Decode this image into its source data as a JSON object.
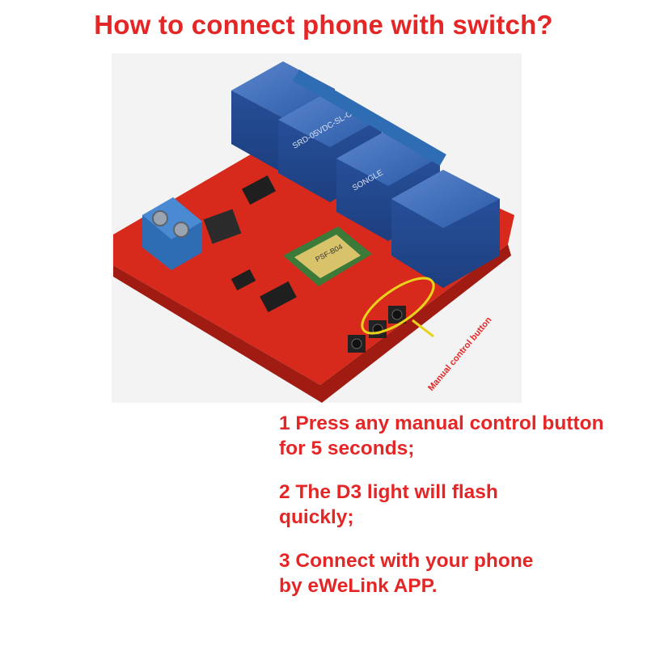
{
  "title": "How to connect phone with switch?",
  "colors": {
    "title": "#e52626",
    "board": "#d8291d",
    "relay": "#2e5fae",
    "annotation_circle": "#e8d21a"
  },
  "photo": {
    "relay_marking": "SRD-05VDC-SL-C",
    "relay_brand": "SONGLE",
    "module_label": "PSF-B04",
    "callout": "Manual control button"
  },
  "steps": [
    {
      "line1": "1 Press any manual control button",
      "line2": "for 5 seconds;"
    },
    {
      "line1": "2 The D3 light will flash",
      "line2": "quickly;"
    },
    {
      "line1": "3 Connect with your phone",
      "line2": "by eWeLink APP."
    }
  ]
}
